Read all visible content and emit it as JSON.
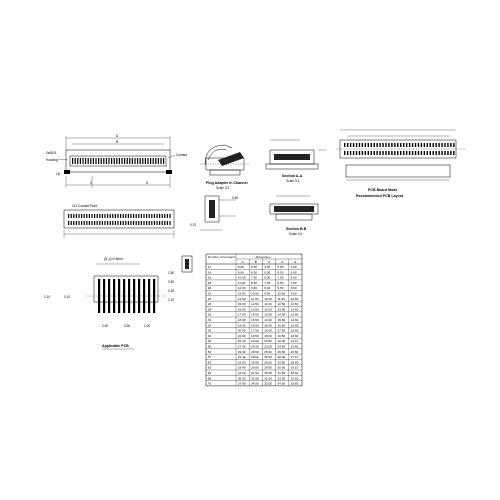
{
  "front_view": {
    "dim_top": "A",
    "dim_top_inner": "B",
    "label_left_a": "2xØ0.5",
    "label_left_b": "Housing",
    "label_right": "Contact",
    "dim_bottom_left": "C",
    "dim_bottom_right": "D",
    "label_lb": "LB"
  },
  "side_view_a": {
    "caption": "Plug Adapter in Channel",
    "sub_caption": "Scale 3:1"
  },
  "section_a": {
    "caption": "Section A-A",
    "sub_caption": "Scale 3:1"
  },
  "pcb_layout": {
    "caption": "PCB Board Mode",
    "sub_caption": "Recommended PCB Layout"
  },
  "top_view": {
    "label": "2x1 Contact Point"
  },
  "detail_view": {
    "label_a": "0.50",
    "label_b": "0.70"
  },
  "section_b": {
    "caption": "Section B-B",
    "sub_caption": "Scale 3:1"
  },
  "applicable_pcb": {
    "caption": "Applicable PCB",
    "dim_top": "(N-1)×0.5mm",
    "left_a": "1.10",
    "left_b": "0.10",
    "right_labels": [
      "1.50",
      "0.90",
      "0.30",
      "1.10"
    ],
    "bottom_labels": [
      "2.50",
      "0.50",
      "1.00"
    ]
  },
  "table": {
    "header_left": "Number of Contacts",
    "header_right": "Dimension",
    "columns": [
      "A",
      "B",
      "C",
      "D",
      "E"
    ],
    "rows": [
      [
        "12",
        "8.90",
        "5.50",
        "4.00",
        "5.50",
        "4.60"
      ],
      [
        "14",
        "9.90",
        "6.50",
        "5.00",
        "6.50",
        "5.60"
      ],
      [
        "16",
        "10.90",
        "7.50",
        "6.00",
        "7.50",
        "6.60"
      ],
      [
        "18",
        "11.90",
        "8.50",
        "7.00",
        "8.50",
        "7.60"
      ],
      [
        "20",
        "12.90",
        "9.50",
        "8.00",
        "9.50",
        "8.60"
      ],
      [
        "22",
        "13.90",
        "10.50",
        "9.00",
        "10.50",
        "9.60"
      ],
      [
        "24",
        "14.90",
        "11.50",
        "10.00",
        "11.50",
        "10.60"
      ],
      [
        "26",
        "15.90",
        "12.50",
        "11.00",
        "12.50",
        "11.60"
      ],
      [
        "28",
        "16.90",
        "13.50",
        "12.00",
        "13.50",
        "12.60"
      ],
      [
        "30",
        "17.90",
        "14.50",
        "13.00",
        "14.50",
        "13.60"
      ],
      [
        "32",
        "18.90",
        "15.50",
        "14.00",
        "15.50",
        "14.60"
      ],
      [
        "34",
        "19.90",
        "16.50",
        "15.00",
        "16.50",
        "15.60"
      ],
      [
        "36",
        "20.90",
        "17.50",
        "16.00",
        "17.50",
        "16.60"
      ],
      [
        "40",
        "22.90",
        "19.50",
        "18.00",
        "19.50",
        "18.60"
      ],
      [
        "45",
        "25.40",
        "22.00",
        "20.50",
        "22.00",
        "21.10"
      ],
      [
        "50",
        "27.90",
        "24.50",
        "23.00",
        "24.50",
        "23.60"
      ],
      [
        "54",
        "29.90",
        "26.50",
        "25.00",
        "26.50",
        "25.60"
      ],
      [
        "57",
        "31.40",
        "28.00",
        "26.50",
        "28.00",
        "27.10"
      ],
      [
        "60",
        "32.90",
        "29.50",
        "28.00",
        "29.50",
        "28.60"
      ],
      [
        "61",
        "33.40",
        "30.00",
        "28.50",
        "30.00",
        "29.10"
      ],
      [
        "64",
        "34.90",
        "31.50",
        "30.00",
        "31.50",
        "30.60"
      ],
      [
        "68",
        "36.90",
        "33.50",
        "32.00",
        "33.50",
        "32.60"
      ],
      [
        "70",
        "37.90",
        "34.50",
        "33.00",
        "34.50",
        "33.60"
      ]
    ]
  }
}
